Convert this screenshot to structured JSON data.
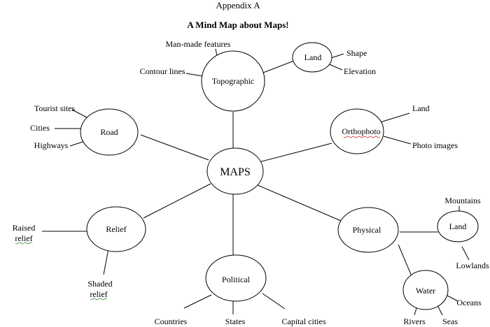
{
  "header": {
    "appendix": "Appendix A",
    "title": "A Mind Map about Maps!"
  },
  "center": {
    "label": "MAPS"
  },
  "nodes": {
    "topographic": {
      "label": "Topographic"
    },
    "topo_land": {
      "label": "Land"
    },
    "road": {
      "label": "Road"
    },
    "orthophoto": {
      "label": "Orthophoto"
    },
    "relief": {
      "label": "Relief"
    },
    "physical": {
      "label": "Physical"
    },
    "physical_land": {
      "label": "Land"
    },
    "water": {
      "label": "Water"
    },
    "political": {
      "label": "Political"
    }
  },
  "leaves": {
    "man_made": "Man-made features",
    "contour": "Contour lines",
    "shape": "Shape",
    "elevation": "Elevation",
    "tourist": "Tourist sites",
    "cities": "Cities",
    "highways": "Highways",
    "ortho_land": "Land",
    "photo_images": "Photo images",
    "raised_1": "Raised",
    "raised_2": "relief",
    "shaded_1": "Shaded",
    "shaded_2": "relief",
    "mountains": "Mountains",
    "lowlands": "Lowlands",
    "oceans": "Oceans",
    "rivers": "Rivers",
    "seas": "Seas",
    "countries": "Countries",
    "states": "States",
    "capital": "Capital cities"
  }
}
